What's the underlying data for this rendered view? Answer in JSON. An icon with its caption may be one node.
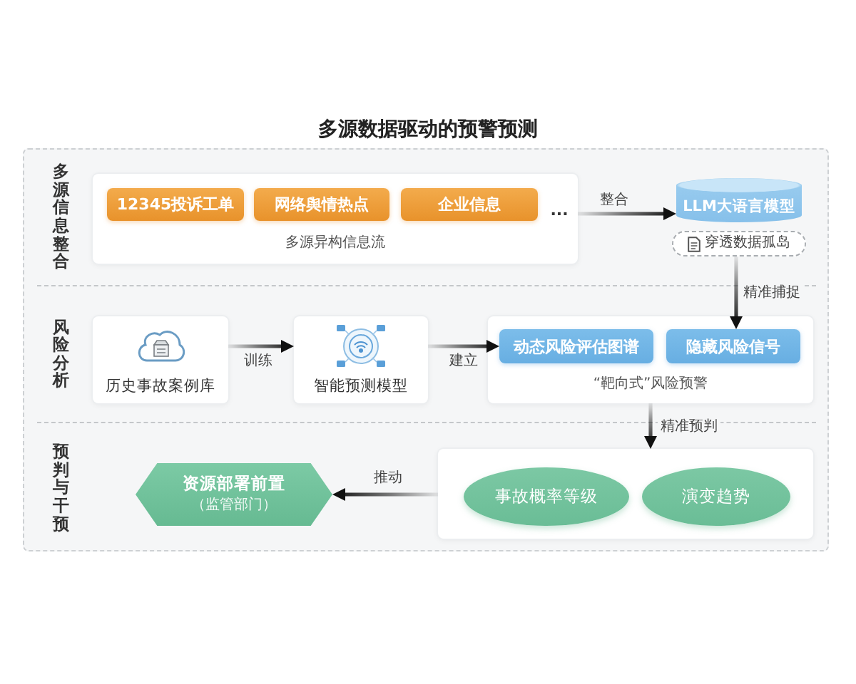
{
  "diagram": {
    "title": "多源数据驱动的预警预测",
    "nodes": [
      {
        "text": [
          "多源信息整合"
        ]
      },
      {
        "text": [
          "...",
          "多源异构信息流"
        ],
        "in": 0
      },
      {
        "text": [
          "12345投诉工单"
        ],
        "in": 1
      },
      {
        "text": [
          "网络舆情热点"
        ],
        "in": 1
      },
      {
        "text": [
          "企业信息"
        ],
        "in": 1
      },
      {
        "text": [
          "LLM大语言模型"
        ],
        "in": 0
      },
      {
        "text": [
          "穿透数据孤岛"
        ],
        "in": 0
      },
      {
        "text": [
          "风险分析"
        ]
      },
      {
        "text": [
          "历史事故案例库"
        ],
        "in": 7
      },
      {
        "text": [
          "智能预测模型"
        ],
        "in": 7
      },
      {
        "text": [
          "“靶向式”风险预警"
        ],
        "in": 7
      },
      {
        "text": [
          "动态风险评估图谱"
        ],
        "in": 10
      },
      {
        "text": [
          "隐藏风险信号"
        ],
        "in": 10
      },
      {
        "text": [
          "预判与干预"
        ]
      },
      {
        "text": [
          "资源部署前置",
          "（监管部门）"
        ],
        "in": 13
      },
      {
        "text": [],
        "shape": "box",
        "in": 13
      },
      {
        "text": [
          "事故概率等级"
        ],
        "in": 15
      },
      {
        "text": [
          "演变趋势"
        ],
        "in": 15
      }
    ],
    "edges": [
      {
        "from": 1,
        "to": 5,
        "arrow": "to",
        "label": "整合"
      },
      {
        "from": 6,
        "to": 12,
        "arrow": "to",
        "label": "精准捕捉"
      },
      {
        "from": 8,
        "to": 9,
        "arrow": "to",
        "label": "训练"
      },
      {
        "from": 9,
        "to": 11,
        "arrow": "to",
        "label": "建立"
      },
      {
        "from": 10,
        "to": 15,
        "arrow": "to",
        "label": "精准预判"
      },
      {
        "from": 15,
        "to": 14,
        "arrow": "to",
        "label": "推动"
      }
    ]
  }
}
